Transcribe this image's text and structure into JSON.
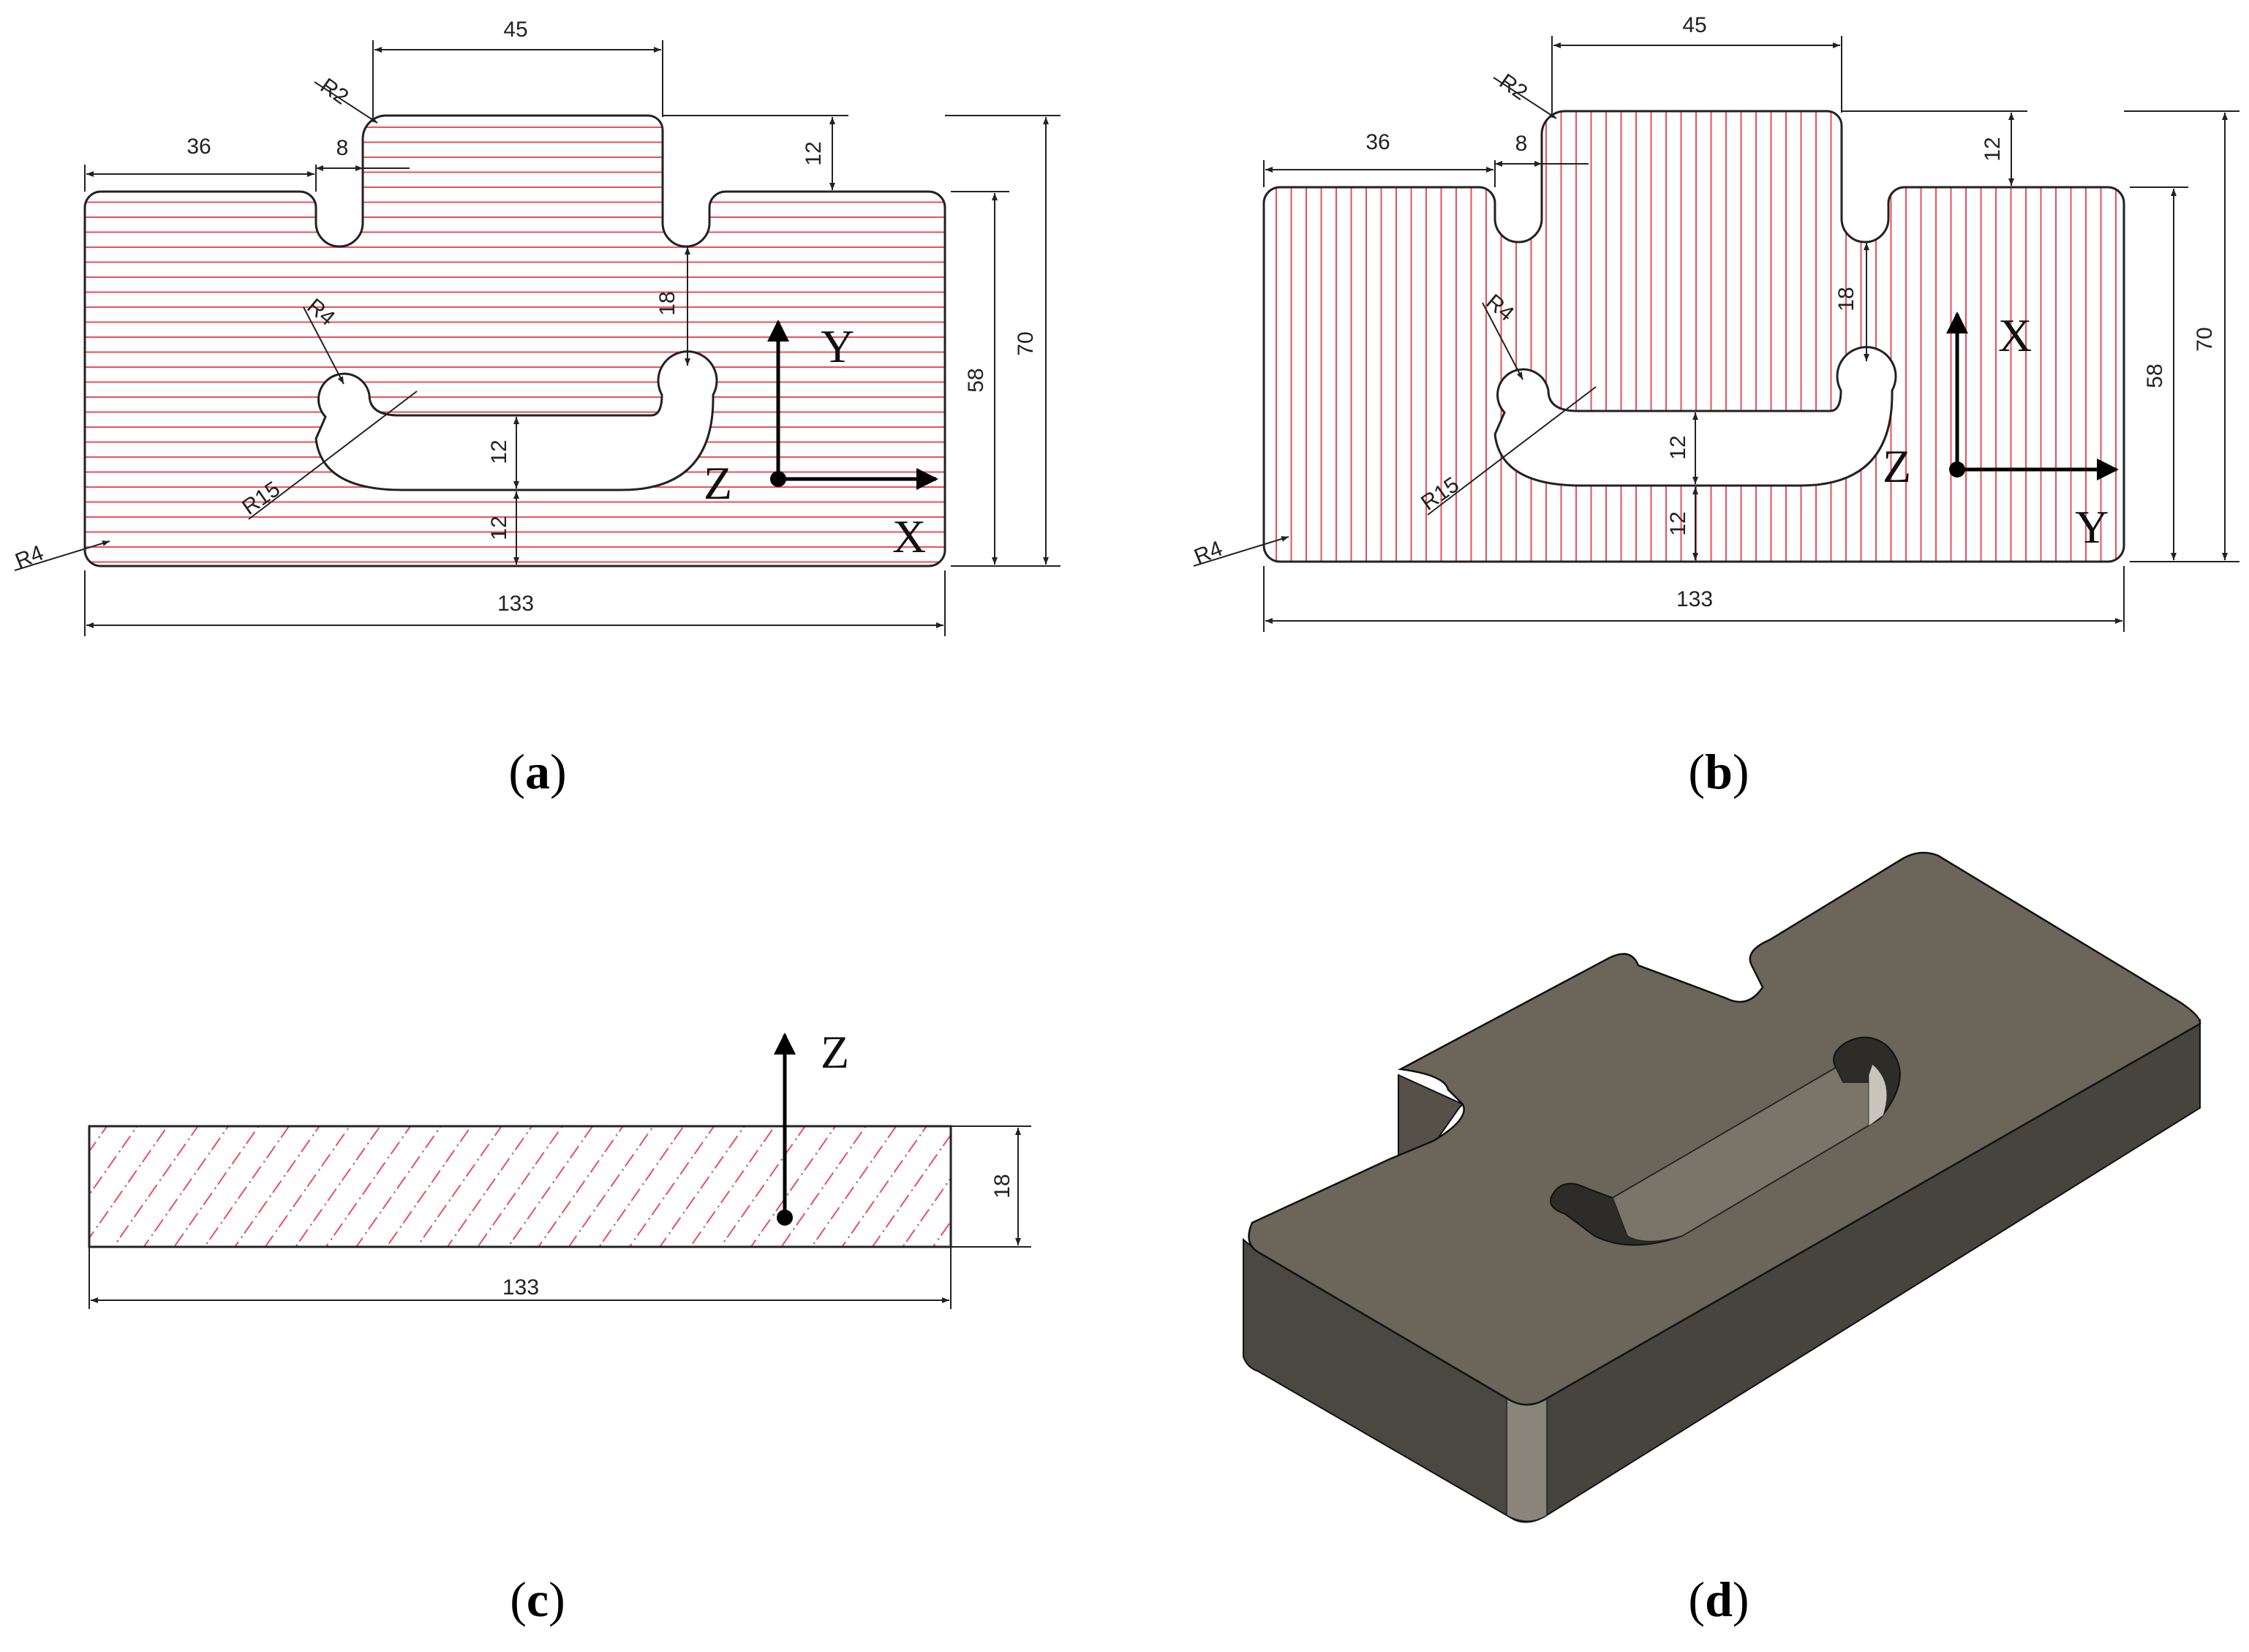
{
  "panels": {
    "a": {
      "caption_open": "(",
      "caption_letter": "a",
      "caption_close": ")",
      "dims": {
        "top_width": "45",
        "left_width": "36",
        "small_width": "8",
        "step_height": "12",
        "total_height": "70",
        "body_height": "58",
        "slot_offset": "18",
        "slot_width": "12",
        "slot_bottom": "12",
        "total_width": "133",
        "r_corner": "R4",
        "r_notch": "R2",
        "r_slot_small": "R4",
        "r_slot_large": "R15"
      },
      "axes": {
        "up": "Y",
        "right": "X",
        "origin": "Z"
      }
    },
    "b": {
      "caption_open": "(",
      "caption_letter": "b",
      "caption_close": ")",
      "dims": {
        "top_width": "45",
        "left_width": "36",
        "small_width": "8",
        "step_height": "12",
        "total_height": "70",
        "body_height": "58",
        "slot_offset": "18",
        "slot_width": "12",
        "slot_bottom": "12",
        "total_width": "133",
        "r_corner": "R4",
        "r_notch": "R2",
        "r_slot_small": "R4",
        "r_slot_large": "R15"
      },
      "axes": {
        "up": "X",
        "right": "Y",
        "origin": "Z"
      }
    },
    "c": {
      "caption_open": "(",
      "caption_letter": "c",
      "caption_close": ")",
      "dims": {
        "thickness": "18",
        "total_width": "133"
      },
      "axes": {
        "up": "Z"
      }
    },
    "d": {
      "caption_open": "(",
      "caption_letter": "d",
      "caption_close": ")"
    }
  },
  "colors": {
    "hatch": "#e8505a",
    "outline": "#222222",
    "part_top": "#6b655a",
    "part_side": "#4a4740",
    "part_wall": "#8a857c"
  }
}
